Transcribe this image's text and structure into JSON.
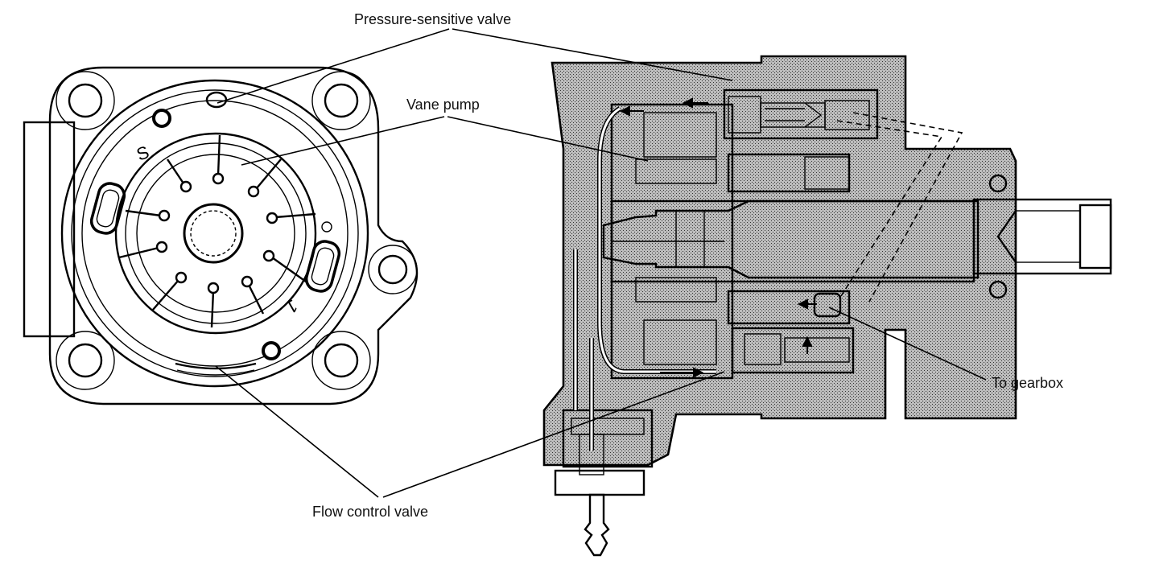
{
  "labels": {
    "pressure_sensitive_valve": "Pressure-sensitive valve",
    "vane_pump": "Vane pump",
    "flow_control_valve": "Flow control valve",
    "to_gearbox": "To gearbox"
  },
  "rotor_marks": {
    "left": "S",
    "right": "1"
  },
  "colors": {
    "line": "#000000",
    "hatch": "#555555",
    "background": "#ffffff"
  }
}
